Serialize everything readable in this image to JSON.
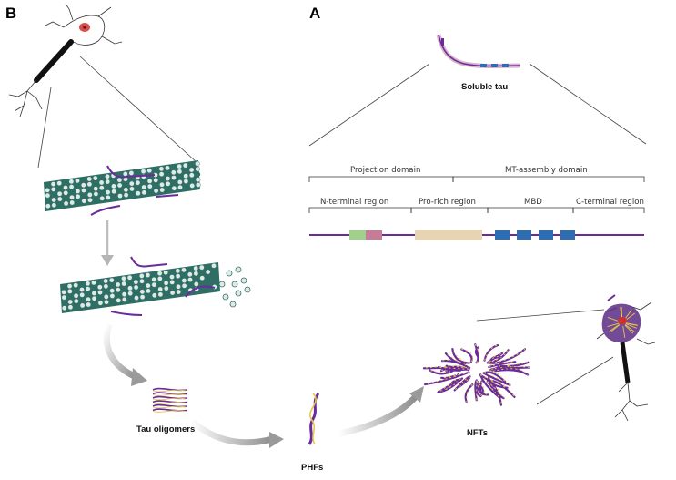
{
  "panels": {
    "a": "A",
    "b": "B"
  },
  "labels": {
    "soluble_tau": "Soluble tau",
    "projection_domain": "Projection domain",
    "mt_assembly_domain": "MT-assembly domain",
    "n_terminal": "N-terminal region",
    "pro_rich": "Pro-rich region",
    "mbd": "MBD",
    "c_terminal": "C-terminal region",
    "tau_oligomers": "Tau oligomers",
    "phfs": "PHFs",
    "nfts": "NFTs"
  },
  "colors": {
    "tau_chain": "#6a2c9c",
    "tau_backbone": "#d8b4c8",
    "acidic_green": "#9fd18b",
    "acidic_pink": "#c87b96",
    "pro_rich_tan": "#e6d4b4",
    "mbd_blue": "#2c6db3",
    "microtubule_dark": "#2f6e65",
    "microtubule_light": "#dfe9e6",
    "tangle_yellow": "#e6c84a",
    "neuron_nucleus": "#d0312d",
    "arrow_gray": "#9a9a9a"
  },
  "icons": [
    "neuron-icon",
    "microtubule-icon",
    "tau-protein-icon",
    "oligomer-icon",
    "phf-filament-icon",
    "nft-tangle-icon",
    "tangled-neuron-icon",
    "arrow-icon"
  ]
}
